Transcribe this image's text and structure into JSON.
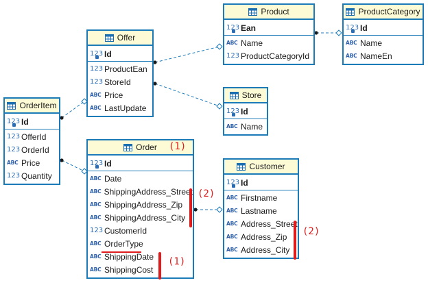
{
  "colors": {
    "border": "#1b7ab8",
    "header_bg": "#fdfbd6",
    "annotation": "#e01b1b"
  },
  "entities": {
    "product": {
      "title": "Product",
      "pk": [
        {
          "name": "Ean",
          "icon": "key-123-icon"
        }
      ],
      "attrs": [
        {
          "name": "Name",
          "icon": "abc-icon"
        },
        {
          "name": "ProductCategoryId",
          "icon": "123-icon"
        }
      ]
    },
    "productcategory": {
      "title": "ProductCategory",
      "pk": [
        {
          "name": "Id",
          "icon": "key-123-icon"
        }
      ],
      "attrs": [
        {
          "name": "Name",
          "icon": "abc-icon"
        },
        {
          "name": "NameEn",
          "icon": "abc-icon"
        }
      ]
    },
    "offer": {
      "title": "Offer",
      "pk": [
        {
          "name": "Id",
          "icon": "key-123-icon"
        }
      ],
      "attrs": [
        {
          "name": "ProductEan",
          "icon": "123-icon"
        },
        {
          "name": "StoreId",
          "icon": "123-icon"
        },
        {
          "name": "Price",
          "icon": "abc-icon"
        },
        {
          "name": "LastUpdate",
          "icon": "abc-icon"
        }
      ]
    },
    "store": {
      "title": "Store",
      "pk": [
        {
          "name": "Id",
          "icon": "key-123-icon"
        }
      ],
      "attrs": [
        {
          "name": "Name",
          "icon": "abc-icon"
        }
      ]
    },
    "orderitem": {
      "title": "OrderItem",
      "pk": [
        {
          "name": "Id",
          "icon": "key-123-icon"
        }
      ],
      "attrs": [
        {
          "name": "OfferId",
          "icon": "123-icon"
        },
        {
          "name": "OrderId",
          "icon": "123-icon"
        },
        {
          "name": "Price",
          "icon": "abc-icon"
        },
        {
          "name": "Quantity",
          "icon": "123-icon"
        }
      ]
    },
    "order": {
      "title": "Order",
      "pk": [
        {
          "name": "Id",
          "icon": "key-123-icon"
        }
      ],
      "attrs": [
        {
          "name": "Date",
          "icon": "abc-icon"
        },
        {
          "name": "ShippingAddress_Street",
          "icon": "abc-icon"
        },
        {
          "name": "ShippingAddress_Zip",
          "icon": "abc-icon"
        },
        {
          "name": "ShippingAddress_City",
          "icon": "abc-icon"
        },
        {
          "name": "CustomerId",
          "icon": "123-icon"
        },
        {
          "name": "OrderType",
          "icon": "abc-icon"
        },
        {
          "name": "ShippingDate",
          "icon": "abc-icon"
        },
        {
          "name": "ShippingCost",
          "icon": "abc-icon"
        }
      ]
    },
    "customer": {
      "title": "Customer",
      "pk": [
        {
          "name": "Id",
          "icon": "key-123-icon"
        }
      ],
      "attrs": [
        {
          "name": "Firstname",
          "icon": "abc-icon"
        },
        {
          "name": "Lastname",
          "icon": "abc-icon"
        },
        {
          "name": "Address_Street",
          "icon": "abc-icon"
        },
        {
          "name": "Address_Zip",
          "icon": "abc-icon"
        },
        {
          "name": "Address_City",
          "icon": "abc-icon"
        }
      ]
    }
  },
  "annotations": {
    "order_title": "(1)",
    "order_address": "(2)",
    "customer_address": "(2)",
    "order_shipping": "(1)"
  }
}
